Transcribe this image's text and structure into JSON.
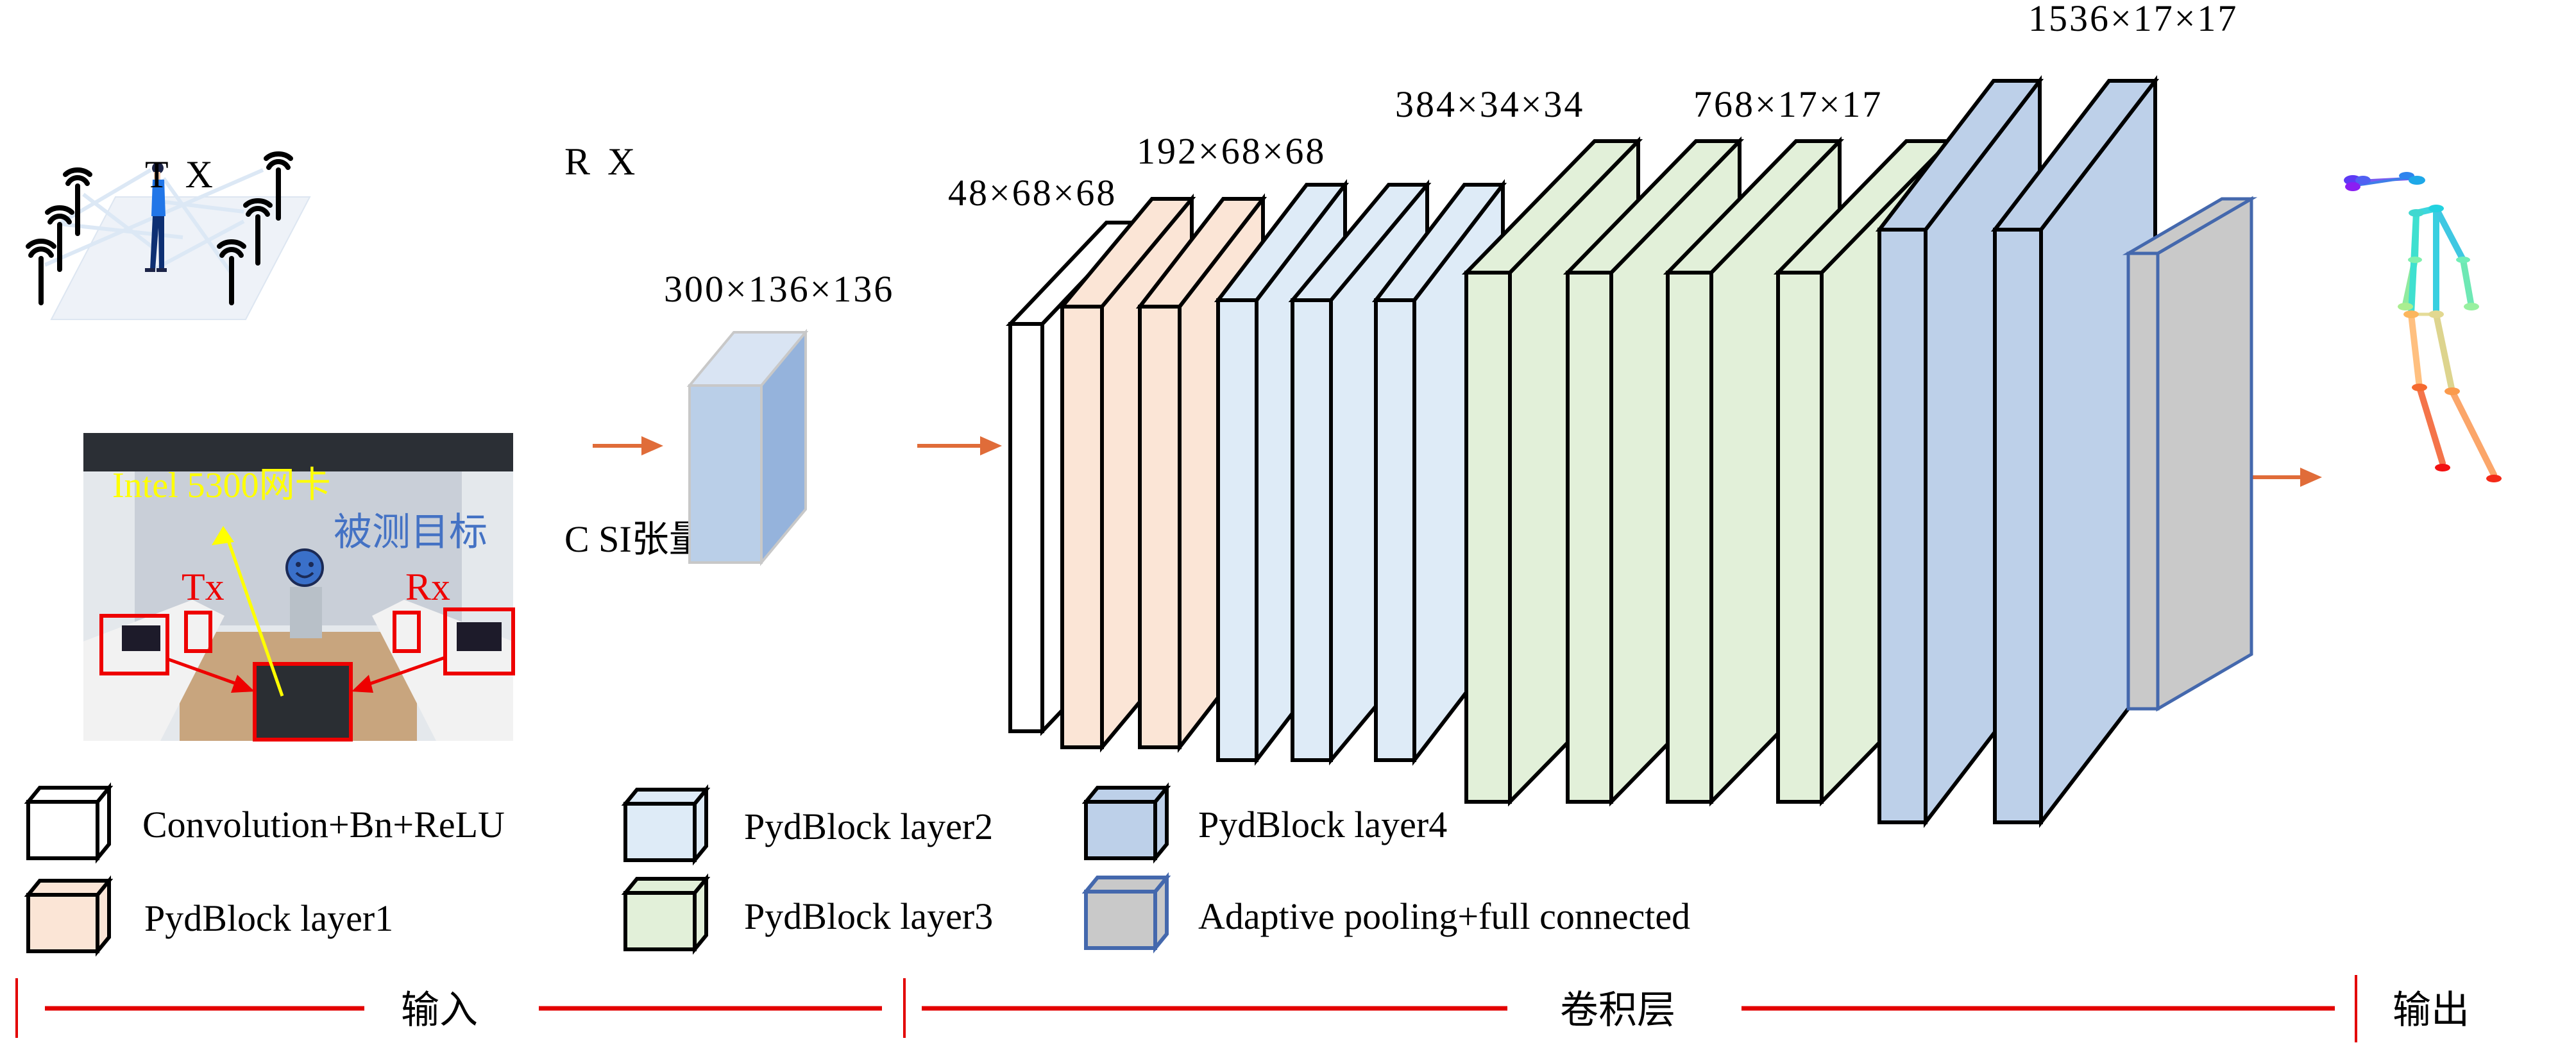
{
  "figure": {
    "input_section": {
      "scene_tx_label": "T X",
      "scene_rx_label": "R X",
      "photo": {
        "nic_label": "Intel 5300网卡",
        "target_label": "被测目标",
        "tx_label": "Tx",
        "rx_label": "Rx"
      },
      "tensor_label": "C SI张量",
      "tensor_dims": "300×136×136"
    },
    "network": {
      "dims_labels": [
        {
          "id": "conv",
          "text": "48×68×68"
        },
        {
          "id": "layer1",
          "text": "192×68×68"
        },
        {
          "id": "layer3",
          "text": "384×34×34"
        },
        {
          "id": "layer3b",
          "text": "768×17×17"
        },
        {
          "id": "layer4",
          "text": "1536×17×17"
        }
      ],
      "blocks": [
        {
          "type": "conv"
        },
        {
          "type": "layer1"
        },
        {
          "type": "layer1"
        },
        {
          "type": "layer2"
        },
        {
          "type": "layer2"
        },
        {
          "type": "layer2"
        },
        {
          "type": "layer3"
        },
        {
          "type": "layer3"
        },
        {
          "type": "layer3"
        },
        {
          "type": "layer3"
        },
        {
          "type": "layer4"
        },
        {
          "type": "layer4"
        },
        {
          "type": "pool"
        }
      ]
    },
    "legend": [
      {
        "type": "conv",
        "label": "Convolution+Bn+ReLU"
      },
      {
        "type": "layer1",
        "label": "PydBlock layer1"
      },
      {
        "type": "layer2",
        "label": "PydBlock layer2"
      },
      {
        "type": "layer3",
        "label": "PydBlock layer3"
      },
      {
        "type": "layer4",
        "label": "PydBlock layer4"
      },
      {
        "type": "pool",
        "label": "Adaptive pooling+full connected"
      }
    ],
    "colors": {
      "conv": {
        "front": "#ffffff",
        "side": "#ffffff",
        "stroke": "#000000"
      },
      "layer1": {
        "front": "#fbe5d6",
        "side": "#fbe5d6",
        "stroke": "#000000"
      },
      "layer2": {
        "front": "#deebf7",
        "side": "#deebf7",
        "stroke": "#000000"
      },
      "layer3": {
        "front": "#e2f0d9",
        "side": "#e2f0d9",
        "stroke": "#000000"
      },
      "layer4": {
        "front": "#bdd0e9",
        "side": "#bdd0e9",
        "stroke": "#000000"
      },
      "pool": {
        "front": "#c9c9c9",
        "side": "#c9c9c9",
        "stroke": "#4468ad"
      },
      "tensor_front": "#bacfe8",
      "tensor_side": "#95b3dc",
      "tensor_top": "#d9e4f3",
      "arrow": "#e06c39",
      "bracket": "#e30000"
    },
    "sections": {
      "input": "输入",
      "conv": "卷积层",
      "output": "输出"
    }
  }
}
